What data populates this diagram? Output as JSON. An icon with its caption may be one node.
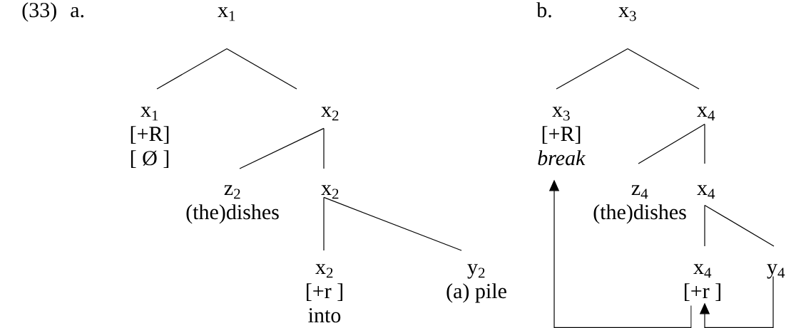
{
  "diagram": {
    "nodes": [
      {
        "text": [
          "x$_{1}$"
        ]
      },
      {
        "text": [
          "x$_{1}$",
          "[+R]",
          "[ Ø ]"
        ]
      },
      {
        "text": [
          "x$_{2}$"
        ]
      },
      {
        "text": [
          "z$_{2}$",
          "(the)dishes"
        ]
      },
      {
        "text": [
          "x$_{2}$"
        ]
      },
      {
        "text": [
          "x$_{2}$",
          "[+r ]",
          "into"
        ]
      },
      {
        "text": [
          "y$_{2}$",
          "(a) pile"
        ]
      },
      {
        "text": [
          "x$_{3}$"
        ]
      },
      {
        "text": [
          "x$_{3}$",
          "[+R]",
          "*break*"
        ]
      },
      {
        "text": [
          "x$_{4}$"
        ]
      },
      {
        "text": [
          "z$_{4}$",
          "(the)dishes"
        ]
      },
      {
        "text": [
          "x$_{4}$"
        ]
      },
      {
        "text": [
          "x$_{4}$",
          "[+r ]"
        ]
      },
      {
        "text": [
          "y$_{4}$"
        ]
      }
    ],
    "edges": [
      {
        "from": 0,
        "to": 1,
        "arrow": "none"
      },
      {
        "from": 0,
        "to": 2,
        "arrow": "none"
      },
      {
        "from": 2,
        "to": 3,
        "arrow": "none"
      },
      {
        "from": 2,
        "to": 4,
        "arrow": "none"
      },
      {
        "from": 4,
        "to": 5,
        "arrow": "none"
      },
      {
        "from": 4,
        "to": 6,
        "arrow": "none"
      },
      {
        "from": 7,
        "to": 8,
        "arrow": "none"
      },
      {
        "from": 7,
        "to": 9,
        "arrow": "none"
      },
      {
        "from": 9,
        "to": 10,
        "arrow": "none"
      },
      {
        "from": 9,
        "to": 11,
        "arrow": "none"
      },
      {
        "from": 11,
        "to": 12,
        "arrow": "none"
      },
      {
        "from": 11,
        "to": 13,
        "arrow": "none"
      },
      {
        "from": 12,
        "to": 8,
        "arrow": "to"
      },
      {
        "from": 13,
        "to": 12,
        "arrow": "to"
      }
    ],
    "labels": [
      "(33)",
      "a.",
      "b."
    ]
  }
}
